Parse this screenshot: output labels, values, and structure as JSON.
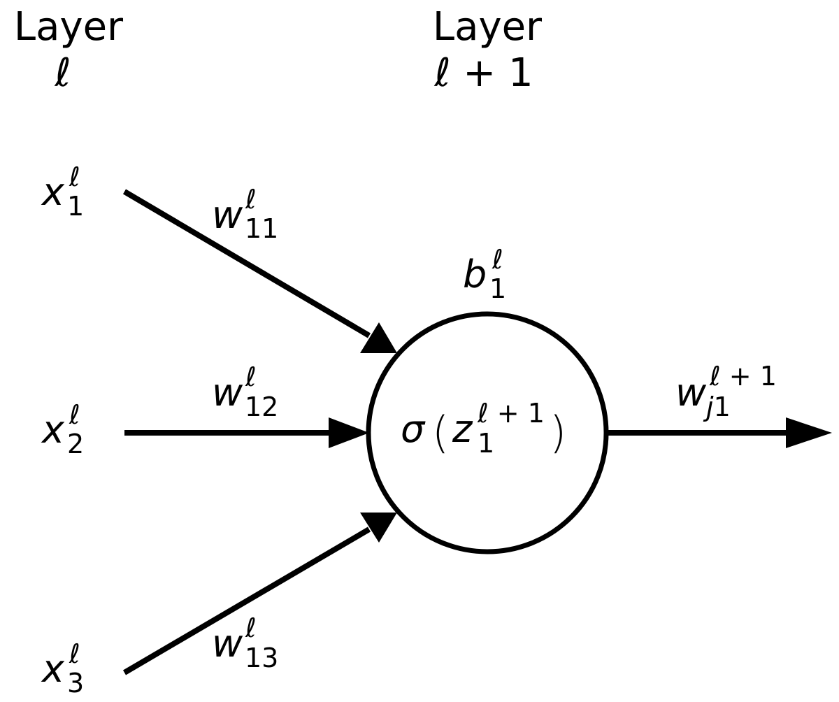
{
  "headers": {
    "layer_l": {
      "title": "Layer",
      "index": "ℓ"
    },
    "layer_l1": {
      "title": "Layer",
      "index": "ℓ + 1"
    }
  },
  "inputs": [
    {
      "symbol": "x",
      "sup": "ℓ",
      "sub": "1"
    },
    {
      "symbol": "x",
      "sup": "ℓ",
      "sub": "2"
    },
    {
      "symbol": "x",
      "sup": "ℓ",
      "sub": "3"
    }
  ],
  "weights": [
    {
      "symbol": "w",
      "sup": "ℓ",
      "sub": "11"
    },
    {
      "symbol": "w",
      "sup": "ℓ",
      "sub": "12"
    },
    {
      "symbol": "w",
      "sup": "ℓ",
      "sub": "13"
    }
  ],
  "bias": {
    "symbol": "b",
    "sup": "ℓ",
    "sub": "1"
  },
  "neuron": {
    "activation": "σ",
    "open_paren": "(",
    "close_paren": ")",
    "var": "z",
    "sup_l": "ℓ",
    "sup_rest": " + 1",
    "sub": "1"
  },
  "output_weight": {
    "symbol": "w",
    "sup_l": "ℓ",
    "sup_rest": " + 1",
    "sub_j": "j",
    "sub_num": "1"
  }
}
